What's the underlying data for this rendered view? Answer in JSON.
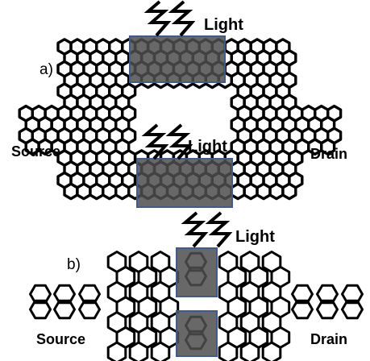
{
  "panel_a": {
    "label": "a)",
    "light_top": "Light",
    "light_bottom": "Light",
    "source": "Source",
    "drain": "Drain"
  },
  "panel_b": {
    "label": "b)",
    "light": "Light",
    "source": "Source",
    "drain": "Drain"
  },
  "colors": {
    "lattice": "#000000",
    "shade": "#4d4d4d",
    "box_border": "#3f5a8c"
  }
}
